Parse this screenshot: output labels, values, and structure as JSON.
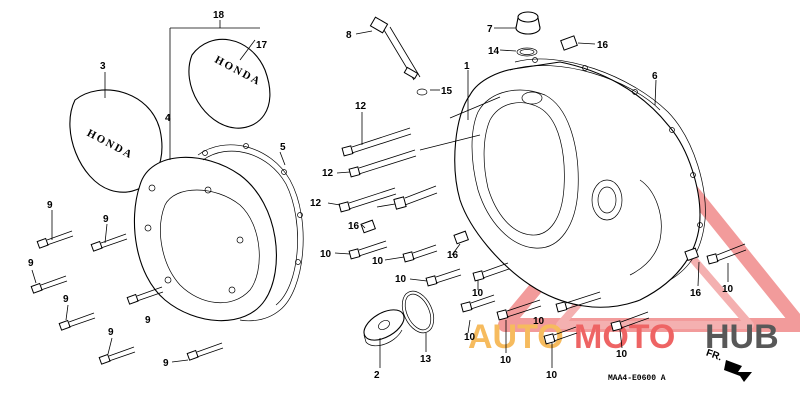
{
  "callouts": {
    "c1": "1",
    "c2": "2",
    "c3": "3",
    "c4": "4",
    "c5": "5",
    "c6": "6",
    "c7": "7",
    "c8": "8",
    "c9": "9",
    "c10": "10",
    "c12": "12",
    "c13": "13",
    "c14": "14",
    "c15": "15",
    "c16": "16",
    "c17": "17",
    "c18": "18"
  },
  "covers": {
    "left_text": "HONDA",
    "right_text": "HONDA"
  },
  "footer": {
    "code": "MAA4-E0600 A",
    "direction": "FR."
  },
  "watermark": {
    "part1": "AUTO",
    "part2": "MOTO",
    "part3": "HUB",
    "color_orange": "#f5a623",
    "color_red": "#e83a3a",
    "color_dark": "#3a3a3a"
  }
}
